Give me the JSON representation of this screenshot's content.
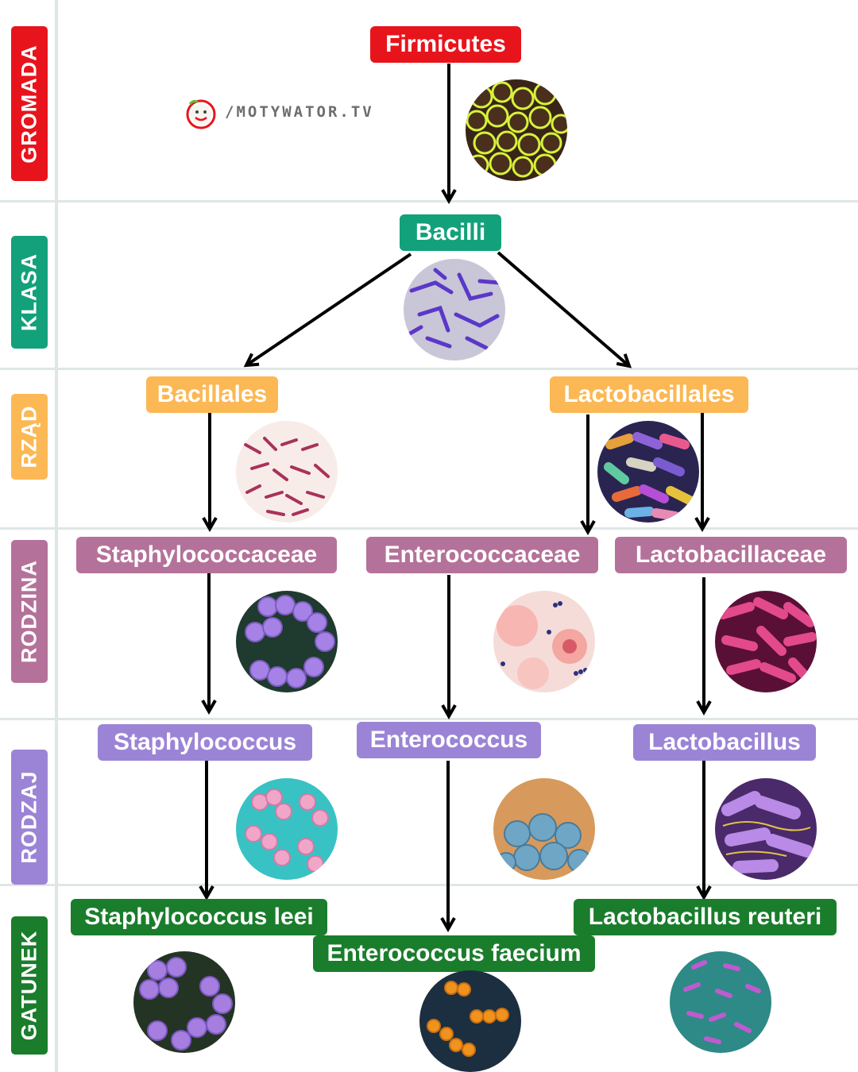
{
  "ranks": {
    "gromada": "GROMADA",
    "klasa": "KLASA",
    "rzad": "RZĄD",
    "rodzina": "RODZINA",
    "rodzaj": "RODZAJ",
    "gatunek": "GATUNEK"
  },
  "logo": {
    "text": "/MOTYWATOR.TV"
  },
  "taxa": {
    "phylum": "Firmicutes",
    "class": "Bacilli",
    "order_left": "Bacillales",
    "order_right": "Lactobacillales",
    "family_1": "Staphylococcaceae",
    "family_2": "Enterococcaceae",
    "family_3": "Lactobacillaceae",
    "genus_1": "Staphylococcus",
    "genus_2": "Enterococcus",
    "genus_3": "Lactobacillus",
    "species_1": "Staphylococcus leei",
    "species_2": "Enterococcus faecium",
    "species_3": "Lactobacillus reuteri"
  },
  "colors": {
    "gromada": "#e8141c",
    "klasa": "#13a17b",
    "rzad": "#fbb854",
    "rodzina": "#b4729a",
    "rodzaj": "#9b84d6",
    "gatunek": "#1a7d2c"
  }
}
